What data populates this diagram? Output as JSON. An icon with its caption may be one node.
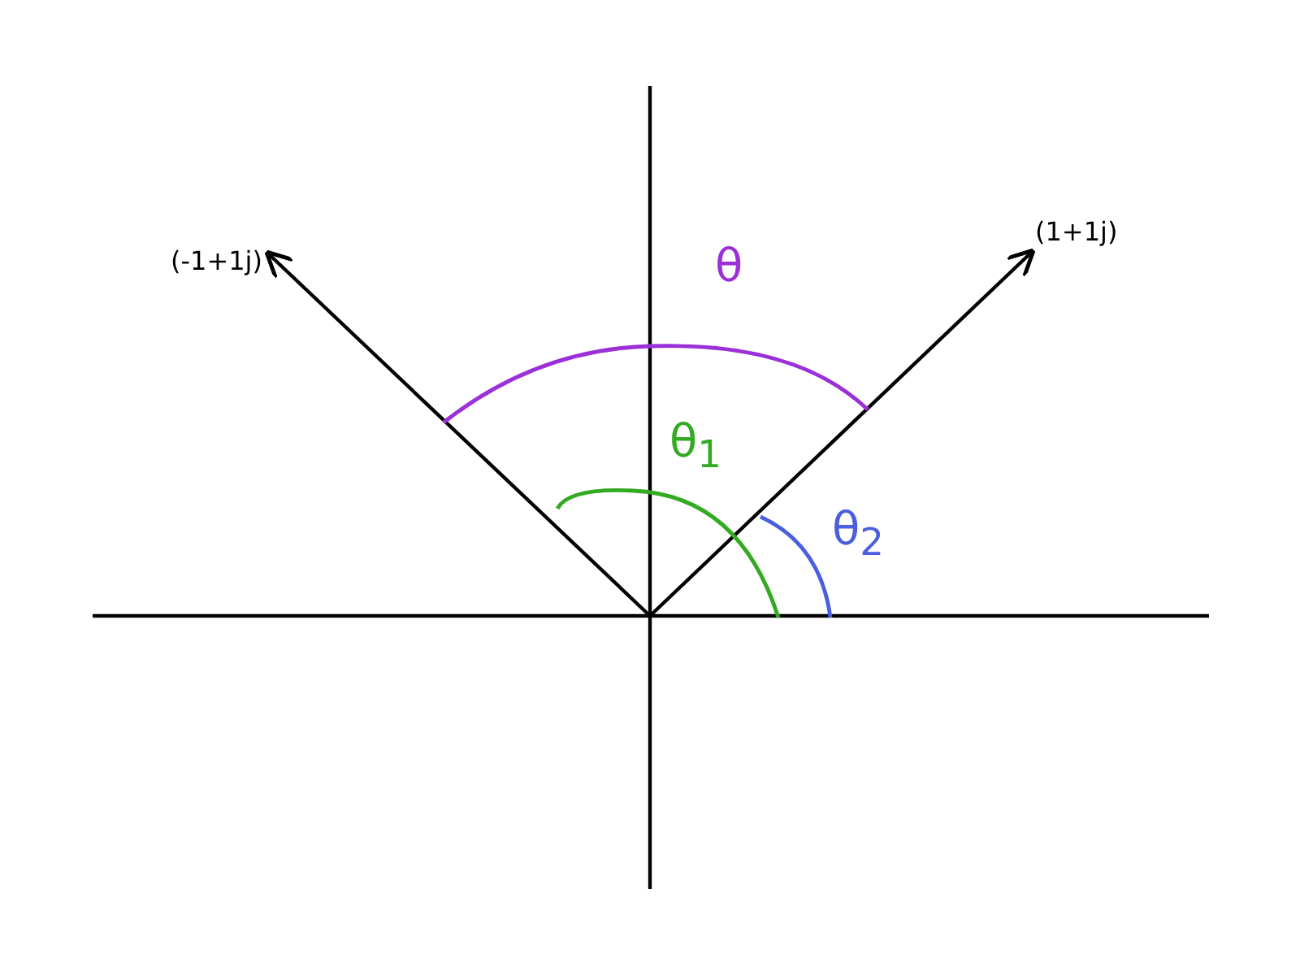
{
  "diagram": {
    "labels": [
      "(1+1j)",
      "(-1+1j)",
      "θ",
      "θ$_{1}$",
      "θ$_{2}$"
    ]
  }
}
